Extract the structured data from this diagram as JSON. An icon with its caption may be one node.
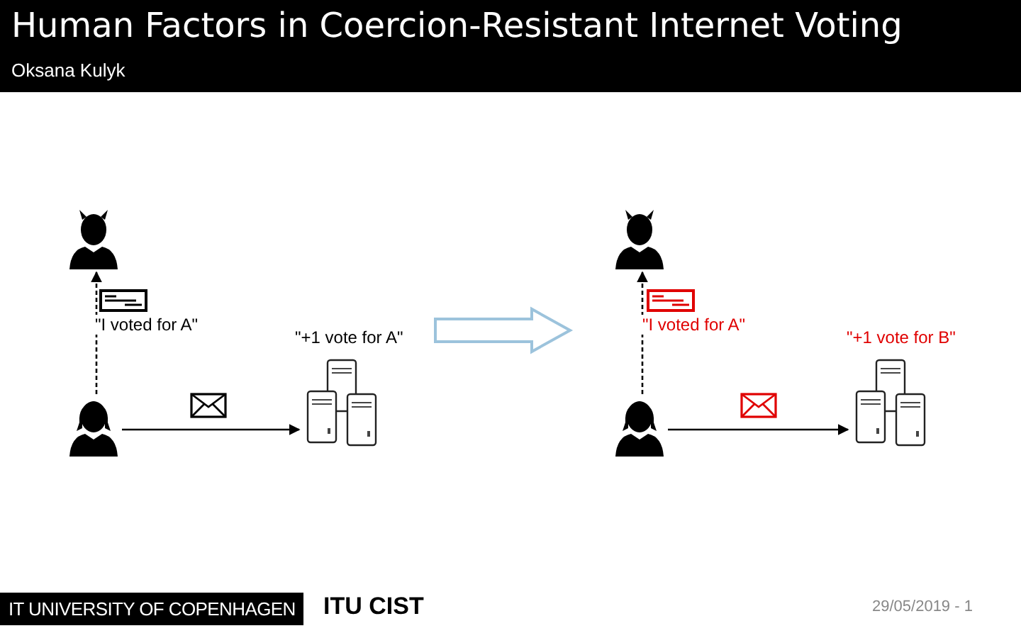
{
  "diagram": {
    "title": "Human Factors in Coercion-Resistant Internet Voting",
    "nodes": [
      {
        "text": [],
        "shape": "person"
      },
      {
        "text": [],
        "shape": "person"
      },
      {
        "text": [],
        "shape": "server",
        "beside": [
          "\"+1 vote for A\""
        ]
      },
      {
        "text": [],
        "shape": "person"
      },
      {
        "text": [],
        "shape": "person"
      },
      {
        "text": [],
        "shape": "server",
        "beside": [
          "\"+1 vote for B\""
        ]
      }
    ],
    "edges": [
      {
        "from": 1,
        "to": 0,
        "arrow": "to",
        "style": "dashed",
        "label": "\"I voted for A\""
      },
      {
        "from": 1,
        "to": 2,
        "arrow": "to"
      },
      {
        "from": 4,
        "to": 3,
        "arrow": "to",
        "style": "dashed",
        "label": "\"I voted for A\""
      },
      {
        "from": 4,
        "to": 5,
        "arrow": "to"
      }
    ],
    "labels": [
      "Oksana Kulyk",
      "IT UNIVERSITY OF COPENHAGEN",
      "ITU CIST",
      "29/05/2019 - 1"
    ]
  }
}
